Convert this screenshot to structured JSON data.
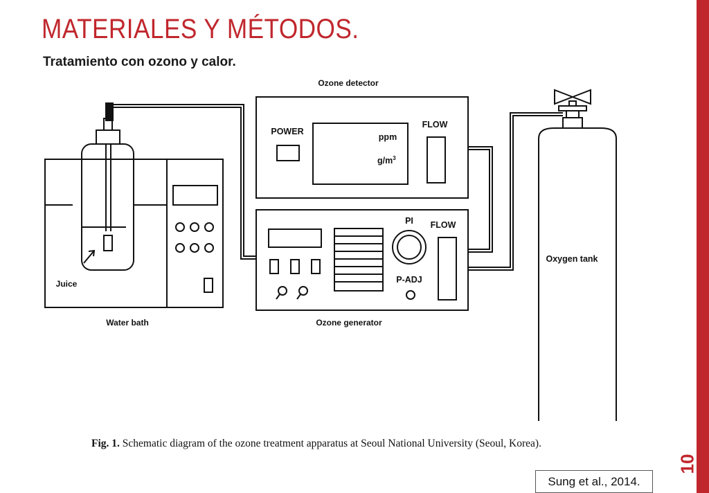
{
  "slide": {
    "title": "MATERIALES Y MÉTODOS.",
    "subtitle": "Tratamiento con ozono y calor.",
    "number": "10",
    "citation": "Sung et al., 2014.",
    "accent_color": "#c0272d"
  },
  "figure": {
    "labels": {
      "ozone_detector": "Ozone detector",
      "power": "POWER",
      "ppm": "ppm",
      "gm3_base": "g/m",
      "gm3_exp": "3",
      "flow_detector": "FLOW",
      "pi": "PI",
      "flow_generator": "FLOW",
      "p_adj": "P-ADJ",
      "oxygen_tank": "Oxygen tank",
      "juice": "Juice",
      "water_bath": "Water bath",
      "ozone_generator": "Ozone generator"
    },
    "caption": {
      "label": "Fig. 1.",
      "text": " Schematic diagram of the ozone treatment apparatus at Seoul National University (Seoul, Korea)."
    }
  }
}
